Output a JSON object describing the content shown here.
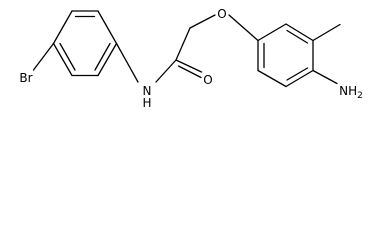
{
  "molecule": {
    "atoms": {
      "bromine": "Br",
      "amide_nitrogen": "N",
      "amide_hydrogen": "H",
      "carbonyl_oxygen": "O",
      "ether_oxygen": "O",
      "amino_group": "NH",
      "amino_subscript": "2"
    },
    "colors": {
      "bond": "#000000",
      "label": "#000000",
      "background": "#ffffff"
    }
  }
}
